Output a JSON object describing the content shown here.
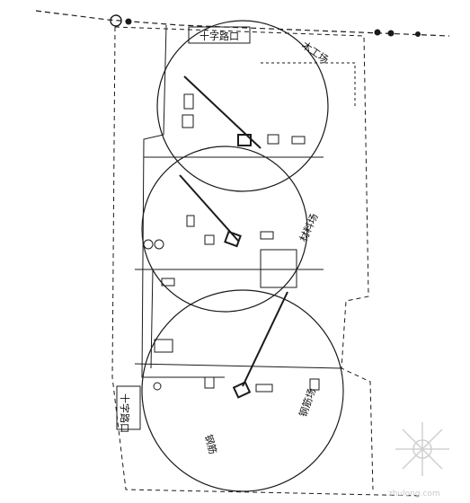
{
  "labels": {
    "top_road": "十字路口",
    "left_road": "十字路口",
    "upper_right": "木工场",
    "middle_right": "材料场",
    "bottom_right": "钢筋场",
    "bottom_left": "钢筋"
  },
  "watermark": {
    "brand": "zhulong.com"
  },
  "colors": {
    "line": "#1a1a1a",
    "paper": "#ffffff",
    "watermark": "#c9c9c9"
  }
}
